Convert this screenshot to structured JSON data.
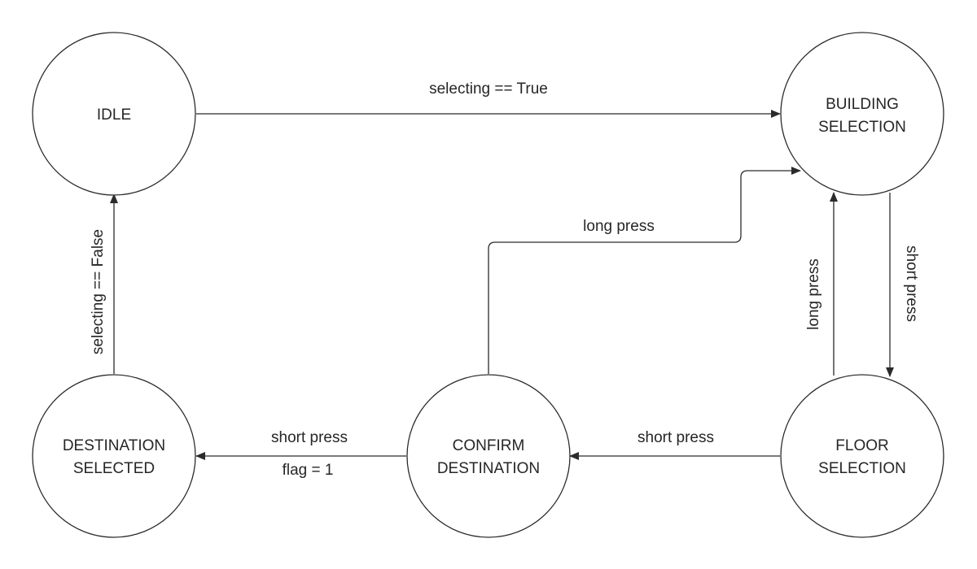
{
  "diagram": {
    "states": {
      "idle": {
        "line1": "IDLE"
      },
      "building_selection": {
        "line1": "BUILDING",
        "line2": "SELECTION"
      },
      "floor_selection": {
        "line1": "FLOOR",
        "line2": "SELECTION"
      },
      "confirm_destination": {
        "line1": "CONFIRM",
        "line2": "DESTINATION"
      },
      "destination_selected": {
        "line1": "DESTINATION",
        "line2": "SELECTED"
      }
    },
    "transitions": {
      "idle_to_building": {
        "label": "selecting == True"
      },
      "building_to_floor": {
        "label": "short press"
      },
      "floor_to_building": {
        "label": "long press"
      },
      "floor_to_confirm": {
        "label": "short press"
      },
      "confirm_to_building": {
        "label": "long press"
      },
      "confirm_to_destination": {
        "label": "short press",
        "label2": "flag = 1"
      },
      "destination_to_idle": {
        "label": "selecting == False"
      }
    },
    "colors": {
      "stroke": "#2b2b2b",
      "text": "#262626",
      "background": "#ffffff"
    }
  }
}
